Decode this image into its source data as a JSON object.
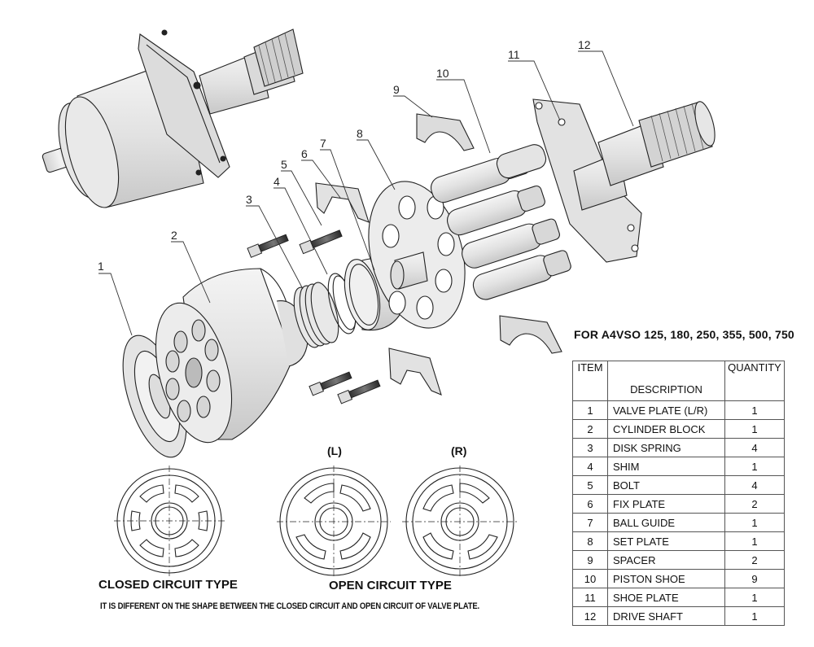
{
  "callouts": [
    "1",
    "2",
    "3",
    "4",
    "5",
    "6",
    "7",
    "8",
    "9",
    "10",
    "11",
    "12"
  ],
  "table": {
    "title": "FOR A4VSO 125, 180, 250, 355, 500, 750",
    "headers": {
      "item": "ITEM",
      "description": "DESCRIPTION",
      "quantity": "QUANTITY"
    },
    "rows": [
      {
        "item": "1",
        "description": "VALVE PLATE (L/R)",
        "quantity": "1"
      },
      {
        "item": "2",
        "description": "CYLINDER BLOCK",
        "quantity": "1"
      },
      {
        "item": "3",
        "description": "DISK SPRING",
        "quantity": "4"
      },
      {
        "item": "4",
        "description": "SHIM",
        "quantity": "1"
      },
      {
        "item": "5",
        "description": "BOLT",
        "quantity": "4"
      },
      {
        "item": "6",
        "description": "FIX PLATE",
        "quantity": "2"
      },
      {
        "item": "7",
        "description": "BALL GUIDE",
        "quantity": "1"
      },
      {
        "item": "8",
        "description": "SET PLATE",
        "quantity": "1"
      },
      {
        "item": "9",
        "description": "SPACER",
        "quantity": "2"
      },
      {
        "item": "10",
        "description": "PISTON SHOE",
        "quantity": "9"
      },
      {
        "item": "11",
        "description": "SHOE PLATE",
        "quantity": "1"
      },
      {
        "item": "12",
        "description": "DRIVE SHAFT",
        "quantity": "1"
      }
    ]
  },
  "valve_plates": {
    "left_marker": "(L)",
    "right_marker": "(R)",
    "closed_label": "CLOSED CIRCUIT TYPE",
    "open_label": "OPEN CIRCUIT TYPE",
    "note": "IT IS DIFFERENT ON THE SHAPE BETWEEN THE CLOSED CIRCUIT AND OPEN CIRCUIT OF VALVE  PLATE."
  }
}
